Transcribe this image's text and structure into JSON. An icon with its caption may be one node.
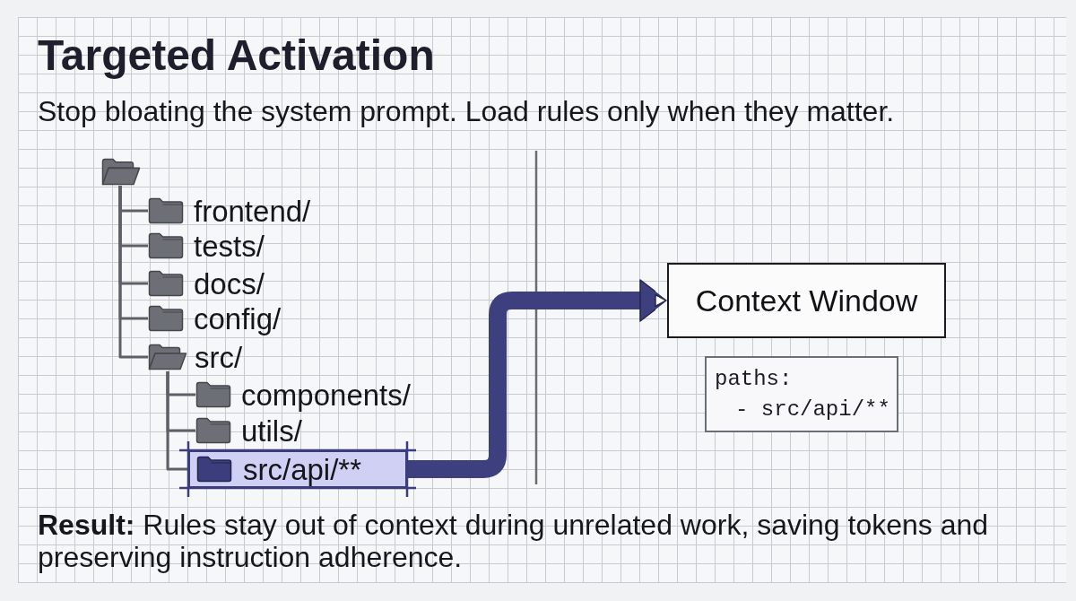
{
  "diagram": {
    "title": "Targeted Activation",
    "nodes": [
      {
        "text": [],
        "shape": "folder"
      },
      {
        "text": [
          "frontend/"
        ]
      },
      {
        "text": [
          "tests/"
        ]
      },
      {
        "text": [
          "docs/"
        ]
      },
      {
        "text": [
          "config/"
        ]
      },
      {
        "text": [
          "src/"
        ]
      },
      {
        "text": [
          "components/"
        ]
      },
      {
        "text": [
          "utils/"
        ]
      },
      {
        "text": [
          "src/api/**"
        ]
      },
      {
        "text": [
          "Context Window"
        ]
      },
      {
        "text": [
          "paths:",
          "- src/api/**"
        ]
      }
    ],
    "edges": [
      {
        "from": 0,
        "to": 1,
        "arrow": "none"
      },
      {
        "from": 0,
        "to": 2,
        "arrow": "none"
      },
      {
        "from": 0,
        "to": 3,
        "arrow": "none"
      },
      {
        "from": 0,
        "to": 4,
        "arrow": "none"
      },
      {
        "from": 0,
        "to": 5,
        "arrow": "none"
      },
      {
        "from": 5,
        "to": 6,
        "arrow": "none"
      },
      {
        "from": 5,
        "to": 7,
        "arrow": "none"
      },
      {
        "from": 5,
        "to": 8,
        "arrow": "none"
      },
      {
        "from": 8,
        "to": 9,
        "arrow": "to",
        "style": "thick",
        "color": "#3d3f7e"
      }
    ],
    "labels": [
      "Stop bloating the system prompt. Load rules only when they matter.",
      "**Result:** Rules stay out of context during unrelated work, saving tokens and preserving instruction adherence."
    ]
  }
}
